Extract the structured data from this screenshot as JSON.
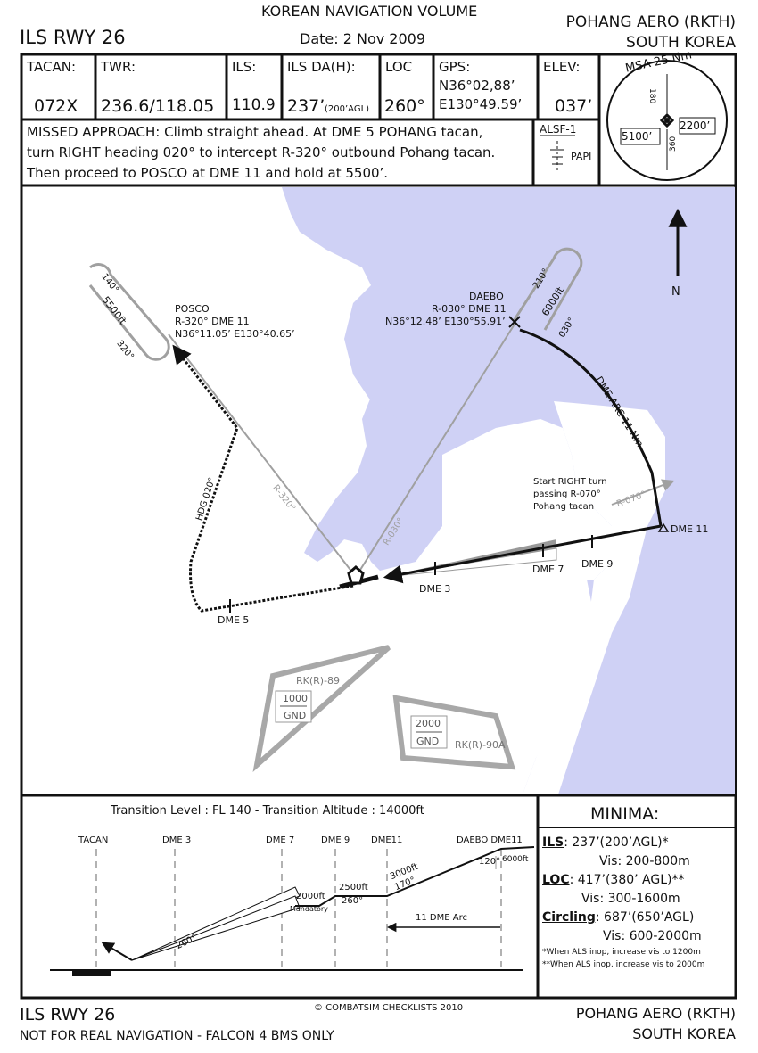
{
  "header": {
    "volume": "KOREAN NAVIGATION VOLUME",
    "procedure": "ILS RWY 26",
    "date": "Date: 2 Nov 2009",
    "airport": "POHANG AERO (RKTH)",
    "country": "SOUTH KOREA"
  },
  "info": {
    "tacan_label": "TACAN:",
    "tacan_value": "072X",
    "twr_label": "TWR:",
    "twr_value": "236.6/118.05",
    "ils_label": "ILS:",
    "ils_value": "110.9",
    "ilsda_label": "ILS DA(H):",
    "ilsda_value": "237’",
    "ilsda_sub": "(200’AGL)",
    "loc_label": "LOC",
    "loc_value": "260°",
    "gps_label": "GPS:",
    "gps_lat": "N36°02,88’",
    "gps_lon": "E130°49.59’",
    "elev_label": "ELEV:",
    "elev_value": "037’"
  },
  "missed": {
    "line1": "MISSED APPROACH: Climb straight ahead. At DME 5 POHANG tacan,",
    "line2": "turn RIGHT heading 020° to intercept R-320° outbound Pohang tacan.",
    "line3": "Then proceed to POSCO at DME 11 and hold at 5500’."
  },
  "lighting": {
    "alsf": "ALSF-1",
    "papi": "PAPI"
  },
  "msa": {
    "title": "MSA 25 Nm",
    "left_alt": "5100’",
    "right_alt": "2200’",
    "top_rad": "180",
    "bottom_rad": "360"
  },
  "plan": {
    "north": "N",
    "posco_name": "POSCO",
    "posco_radial": "R-320° DME 11",
    "posco_coord": "N36°11.05’ E130°40.65’",
    "posco_hold_in": "140°",
    "posco_hold_alt": "5500ft",
    "posco_hold_out": "320°",
    "daebo_name": "DAEBO",
    "daebo_radial": "R-030° DME 11",
    "daebo_coord": "N36°12.48’ E130°55.91’",
    "daebo_hold_in": "210°",
    "daebo_hold_alt": "6000ft",
    "daebo_hold_out": "030°",
    "arc_label": "DME ARC 11 Nm",
    "turn_note1": "Start RIGHT turn",
    "turn_note2": "passing R-070°",
    "turn_note3": "Pohang tacan",
    "r070": "R-070°",
    "r320": "R-320°",
    "r030": "R-030°",
    "hdg020": "HDG 020°",
    "dme11": "DME 11",
    "dme9": "DME 9",
    "dme7": "DME 7",
    "dme3": "DME 3",
    "dme5": "DME 5",
    "rk89": "RK(R)-89",
    "rk89_alt": "1000",
    "rk89_gnd": "GND",
    "rk90a": "RK(R)-90A",
    "rk90a_alt": "2000",
    "rk90a_gnd": "GND"
  },
  "profile": {
    "transition": "Transition Level : FL 140  -  Transition Altitude : 14000ft",
    "tacan": "TACAN",
    "dme3": "DME 3",
    "dme7": "DME 7",
    "dme9": "DME 9",
    "dme11": "DME11",
    "daebo": "DAEBO DME11",
    "alt6000": "6000ft",
    "crs120": "120°",
    "alt3000": "3000ft",
    "crs170": "170°",
    "alt2500": "2500ft",
    "crs260a": "260°",
    "alt2000": "2000ft",
    "mandatory": "Mandatory",
    "crs260b": "260°",
    "arc": "11 DME Arc"
  },
  "minima": {
    "title": "MINIMA:",
    "ils_label": "ILS",
    "ils_value": ": 237’(200’AGL)*",
    "ils_vis": "Vis: 200-800m",
    "loc_label": "LOC",
    "loc_value": ": 417’(380’ AGL)**",
    "loc_vis": "Vis: 300-1600m",
    "circ_label": "Circling",
    "circ_value": ": 687’(650’AGL)",
    "circ_vis": "Vis: 600-2000m",
    "note1": "*When ALS inop, increase vis to 1200m",
    "note2": "**When ALS inop, increase vis to 2000m"
  },
  "footer": {
    "procedure": "ILS RWY 26",
    "copyright": "© COMBATSIM CHECKLISTS 2010",
    "disclaimer": "NOT FOR REAL NAVIGATION - FALCON 4 BMS ONLY",
    "airport": "POHANG AERO (RKTH)",
    "country": "SOUTH KOREA"
  },
  "colors": {
    "water": "#cfd1f5",
    "route": "#111111",
    "grey": "#a0a0a0",
    "restricted": "#a8a8a8"
  }
}
